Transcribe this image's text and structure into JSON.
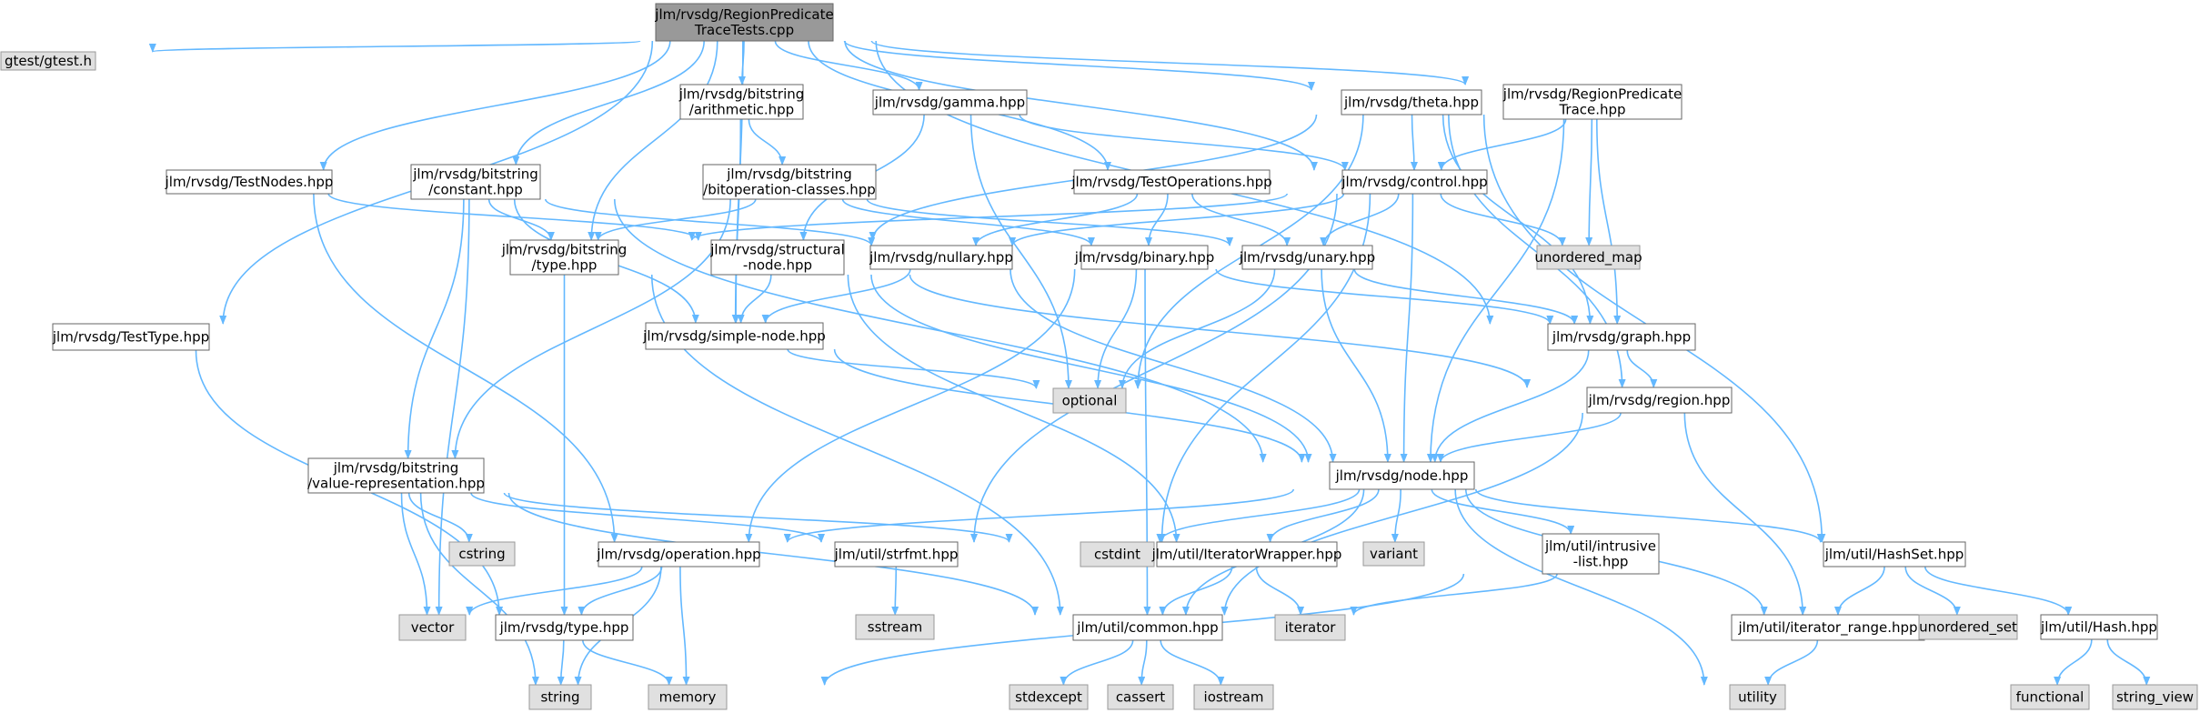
{
  "colors": {
    "edge": "#63b8ff",
    "node_border_local": "#666666",
    "node_fill_local": "#ffffff",
    "node_fill_root": "#999999",
    "node_border_root": "#666666",
    "node_fill_external": "#e0e0e0",
    "node_border_external": "#999999",
    "text": "#000000"
  },
  "nodes": [
    {
      "id": "root",
      "kind": "root",
      "lines": [
        "jlm/rvsdg/RegionPredicate",
        "TraceTests.cpp"
      ]
    },
    {
      "id": "gtest",
      "kind": "external",
      "lines": [
        "gtest/gtest.h"
      ]
    },
    {
      "id": "testtype",
      "kind": "local",
      "lines": [
        "jlm/rvsdg/TestType.hpp"
      ]
    },
    {
      "id": "testnodes",
      "kind": "local",
      "lines": [
        "jlm/rvsdg/TestNodes.hpp"
      ]
    },
    {
      "id": "bsconst",
      "kind": "local",
      "lines": [
        "jlm/rvsdg/bitstring",
        "/constant.hpp"
      ]
    },
    {
      "id": "bsarith",
      "kind": "local",
      "lines": [
        "jlm/rvsdg/bitstring",
        "/arithmetic.hpp"
      ]
    },
    {
      "id": "gamma",
      "kind": "local",
      "lines": [
        "jlm/rvsdg/gamma.hpp"
      ]
    },
    {
      "id": "theta",
      "kind": "local",
      "lines": [
        "jlm/rvsdg/theta.hpp"
      ]
    },
    {
      "id": "rpt",
      "kind": "local",
      "lines": [
        "jlm/rvsdg/RegionPredicate",
        "Trace.hpp"
      ]
    },
    {
      "id": "bsbitop",
      "kind": "local",
      "lines": [
        "jlm/rvsdg/bitstring",
        "/bitoperation-classes.hpp"
      ]
    },
    {
      "id": "testops",
      "kind": "local",
      "lines": [
        "jlm/rvsdg/TestOperations.hpp"
      ]
    },
    {
      "id": "control",
      "kind": "local",
      "lines": [
        "jlm/rvsdg/control.hpp"
      ]
    },
    {
      "id": "bstype",
      "kind": "local",
      "lines": [
        "jlm/rvsdg/bitstring",
        "/type.hpp"
      ]
    },
    {
      "id": "structural",
      "kind": "local",
      "lines": [
        "jlm/rvsdg/structural",
        "-node.hpp"
      ]
    },
    {
      "id": "nullary",
      "kind": "local",
      "lines": [
        "jlm/rvsdg/nullary.hpp"
      ]
    },
    {
      "id": "binary",
      "kind": "local",
      "lines": [
        "jlm/rvsdg/binary.hpp"
      ]
    },
    {
      "id": "unary",
      "kind": "local",
      "lines": [
        "jlm/rvsdg/unary.hpp"
      ]
    },
    {
      "id": "unordered_map",
      "kind": "external",
      "lines": [
        "unordered_map"
      ]
    },
    {
      "id": "simplenode",
      "kind": "local",
      "lines": [
        "jlm/rvsdg/simple-node.hpp"
      ]
    },
    {
      "id": "graph",
      "kind": "local",
      "lines": [
        "jlm/rvsdg/graph.hpp"
      ]
    },
    {
      "id": "optional",
      "kind": "external",
      "lines": [
        "optional"
      ]
    },
    {
      "id": "region",
      "kind": "local",
      "lines": [
        "jlm/rvsdg/region.hpp"
      ]
    },
    {
      "id": "bsvalrep",
      "kind": "local",
      "lines": [
        "jlm/rvsdg/bitstring",
        "/value-representation.hpp"
      ]
    },
    {
      "id": "node",
      "kind": "local",
      "lines": [
        "jlm/rvsdg/node.hpp"
      ]
    },
    {
      "id": "cstring",
      "kind": "external",
      "lines": [
        "cstring"
      ]
    },
    {
      "id": "cstdint",
      "kind": "external",
      "lines": [
        "cstdint"
      ]
    },
    {
      "id": "variant",
      "kind": "external",
      "lines": [
        "variant"
      ]
    },
    {
      "id": "intrusive",
      "kind": "local",
      "lines": [
        "jlm/util/intrusive",
        "-list.hpp"
      ]
    },
    {
      "id": "operation",
      "kind": "local",
      "lines": [
        "jlm/rvsdg/operation.hpp"
      ]
    },
    {
      "id": "strfmt",
      "kind": "local",
      "lines": [
        "jlm/util/strfmt.hpp"
      ]
    },
    {
      "id": "iterwrap",
      "kind": "local",
      "lines": [
        "jlm/util/IteratorWrapper.hpp"
      ]
    },
    {
      "id": "hashset",
      "kind": "local",
      "lines": [
        "jlm/util/HashSet.hpp"
      ]
    },
    {
      "id": "vector",
      "kind": "external",
      "lines": [
        "vector"
      ]
    },
    {
      "id": "rvtype",
      "kind": "local",
      "lines": [
        "jlm/rvsdg/type.hpp"
      ]
    },
    {
      "id": "sstream",
      "kind": "external",
      "lines": [
        "sstream"
      ]
    },
    {
      "id": "common",
      "kind": "local",
      "lines": [
        "jlm/util/common.hpp"
      ]
    },
    {
      "id": "iterator",
      "kind": "external",
      "lines": [
        "iterator"
      ]
    },
    {
      "id": "iterrange",
      "kind": "local",
      "lines": [
        "jlm/util/iterator_range.hpp"
      ]
    },
    {
      "id": "unordered_set",
      "kind": "external",
      "lines": [
        "unordered_set"
      ]
    },
    {
      "id": "hash",
      "kind": "local",
      "lines": [
        "jlm/util/Hash.hpp"
      ]
    },
    {
      "id": "string",
      "kind": "external",
      "lines": [
        "string"
      ]
    },
    {
      "id": "memory",
      "kind": "external",
      "lines": [
        "memory"
      ]
    },
    {
      "id": "stdexcept",
      "kind": "external",
      "lines": [
        "stdexcept"
      ]
    },
    {
      "id": "cassert",
      "kind": "external",
      "lines": [
        "cassert"
      ]
    },
    {
      "id": "iostream",
      "kind": "external",
      "lines": [
        "iostream"
      ]
    },
    {
      "id": "utility",
      "kind": "external",
      "lines": [
        "utility"
      ]
    },
    {
      "id": "functional",
      "kind": "external",
      "lines": [
        "functional"
      ]
    },
    {
      "id": "string_view",
      "kind": "external",
      "lines": [
        "string_view"
      ]
    }
  ],
  "edges": [
    [
      "root",
      "gtest"
    ],
    [
      "root",
      "testtype"
    ],
    [
      "root",
      "testnodes"
    ],
    [
      "root",
      "bsconst"
    ],
    [
      "root",
      "bstype"
    ],
    [
      "root",
      "simplenode"
    ],
    [
      "root",
      "bsarith"
    ],
    [
      "root",
      "gamma"
    ],
    [
      "root",
      "testops"
    ],
    [
      "root",
      "control"
    ],
    [
      "root",
      "theta"
    ],
    [
      "root",
      "rpt"
    ],
    [
      "root",
      "graph"
    ],
    [
      "testtype",
      "rvtype"
    ],
    [
      "testnodes",
      "operation"
    ],
    [
      "testnodes",
      "structural"
    ],
    [
      "bsconst",
      "bstype"
    ],
    [
      "bsconst",
      "bsvalrep"
    ],
    [
      "bsconst",
      "nullary"
    ],
    [
      "bsconst",
      "simplenode"
    ],
    [
      "bsconst",
      "vector"
    ],
    [
      "bsconst",
      "node"
    ],
    [
      "bsarith",
      "bsbitop"
    ],
    [
      "bsarith",
      "simplenode"
    ],
    [
      "bsbitop",
      "bstype"
    ],
    [
      "bsbitop",
      "unary"
    ],
    [
      "bsbitop",
      "binary"
    ],
    [
      "bsbitop",
      "bsvalrep"
    ],
    [
      "gamma",
      "structural"
    ],
    [
      "gamma",
      "control"
    ],
    [
      "gamma",
      "optional"
    ],
    [
      "theta",
      "structural"
    ],
    [
      "theta",
      "control"
    ],
    [
      "theta",
      "optional"
    ],
    [
      "theta",
      "graph"
    ],
    [
      "theta",
      "region"
    ],
    [
      "theta",
      "hashset"
    ],
    [
      "rpt",
      "control"
    ],
    [
      "rpt",
      "unordered_map"
    ],
    [
      "rpt",
      "graph"
    ],
    [
      "rpt",
      "node"
    ],
    [
      "testops",
      "nullary"
    ],
    [
      "testops",
      "binary"
    ],
    [
      "testops",
      "unary"
    ],
    [
      "control",
      "bstype"
    ],
    [
      "control",
      "nullary"
    ],
    [
      "control",
      "unary"
    ],
    [
      "control",
      "node"
    ],
    [
      "control",
      "strfmt"
    ],
    [
      "control",
      "unordered_map"
    ],
    [
      "control",
      "cstdint"
    ],
    [
      "bstype",
      "rvtype"
    ],
    [
      "bstype",
      "common"
    ],
    [
      "structural",
      "simplenode"
    ],
    [
      "structural",
      "node"
    ],
    [
      "structural",
      "region"
    ],
    [
      "structural",
      "iterwrap"
    ],
    [
      "nullary",
      "simplenode"
    ],
    [
      "nullary",
      "node"
    ],
    [
      "binary",
      "optional"
    ],
    [
      "binary",
      "graph"
    ],
    [
      "binary",
      "common"
    ],
    [
      "binary",
      "operation"
    ],
    [
      "unary",
      "graph"
    ],
    [
      "unary",
      "optional"
    ],
    [
      "unary",
      "node"
    ],
    [
      "simplenode",
      "node"
    ],
    [
      "simplenode",
      "optional"
    ],
    [
      "graph",
      "region"
    ],
    [
      "graph",
      "node"
    ],
    [
      "region",
      "node"
    ],
    [
      "region",
      "iterrange"
    ],
    [
      "region",
      "common"
    ],
    [
      "bsvalrep",
      "cstring"
    ],
    [
      "bsvalrep",
      "cstdint"
    ],
    [
      "bsvalrep",
      "string"
    ],
    [
      "bsvalrep",
      "vector"
    ],
    [
      "bsvalrep",
      "strfmt"
    ],
    [
      "bsvalrep",
      "common"
    ],
    [
      "node",
      "operation"
    ],
    [
      "node",
      "cstdint"
    ],
    [
      "node",
      "variant"
    ],
    [
      "node",
      "intrusive"
    ],
    [
      "node",
      "iterwrap"
    ],
    [
      "node",
      "hashset"
    ],
    [
      "node",
      "iterrange"
    ],
    [
      "node",
      "common"
    ],
    [
      "node",
      "utility"
    ],
    [
      "intrusive",
      "iterator"
    ],
    [
      "intrusive",
      "memory"
    ],
    [
      "operation",
      "rvtype"
    ],
    [
      "operation",
      "vector"
    ],
    [
      "operation",
      "string"
    ],
    [
      "operation",
      "memory"
    ],
    [
      "strfmt",
      "sstream"
    ],
    [
      "iterwrap",
      "common"
    ],
    [
      "iterwrap",
      "iterator"
    ],
    [
      "hashset",
      "iterrange"
    ],
    [
      "hashset",
      "unordered_set"
    ],
    [
      "hashset",
      "hash"
    ],
    [
      "rvtype",
      "string"
    ],
    [
      "rvtype",
      "memory"
    ],
    [
      "common",
      "stdexcept"
    ],
    [
      "common",
      "cassert"
    ],
    [
      "common",
      "iostream"
    ],
    [
      "iterrange",
      "utility"
    ],
    [
      "hash",
      "functional"
    ],
    [
      "hash",
      "string_view"
    ]
  ]
}
